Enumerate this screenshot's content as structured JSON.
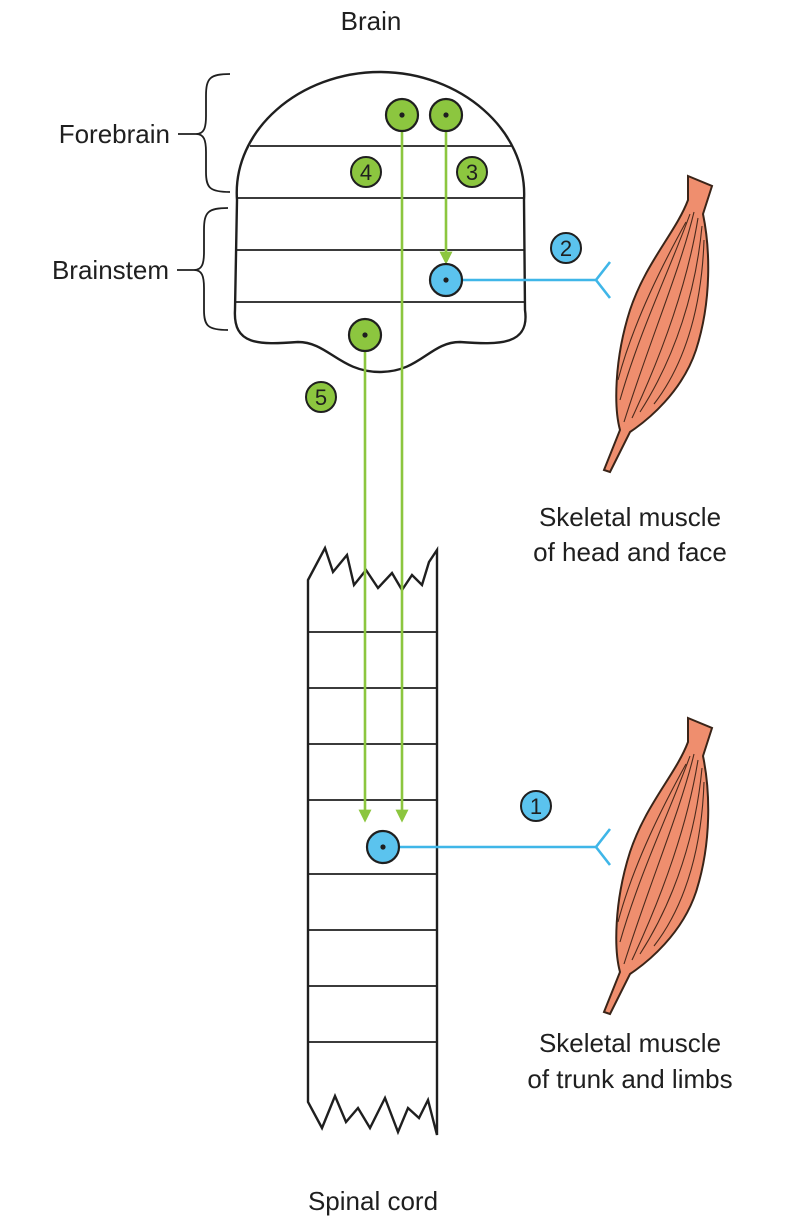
{
  "labels": {
    "brain": "Brain",
    "forebrain": "Forebrain",
    "brainstem": "Brainstem",
    "spinal_cord": "Spinal cord",
    "muscle_head_line1": "Skeletal muscle",
    "muscle_head_line2": "of head and face",
    "muscle_trunk_line1": "Skeletal muscle",
    "muscle_trunk_line2": "of trunk and limbs"
  },
  "neuron_numbers": [
    "1",
    "2",
    "3",
    "4",
    "5"
  ],
  "colors": {
    "upper_motor_neuron": "#8cc63f",
    "lower_motor_neuron": "#5bc3ee",
    "muscle": "#ef8e6e",
    "outline": "#1f1f1f"
  }
}
